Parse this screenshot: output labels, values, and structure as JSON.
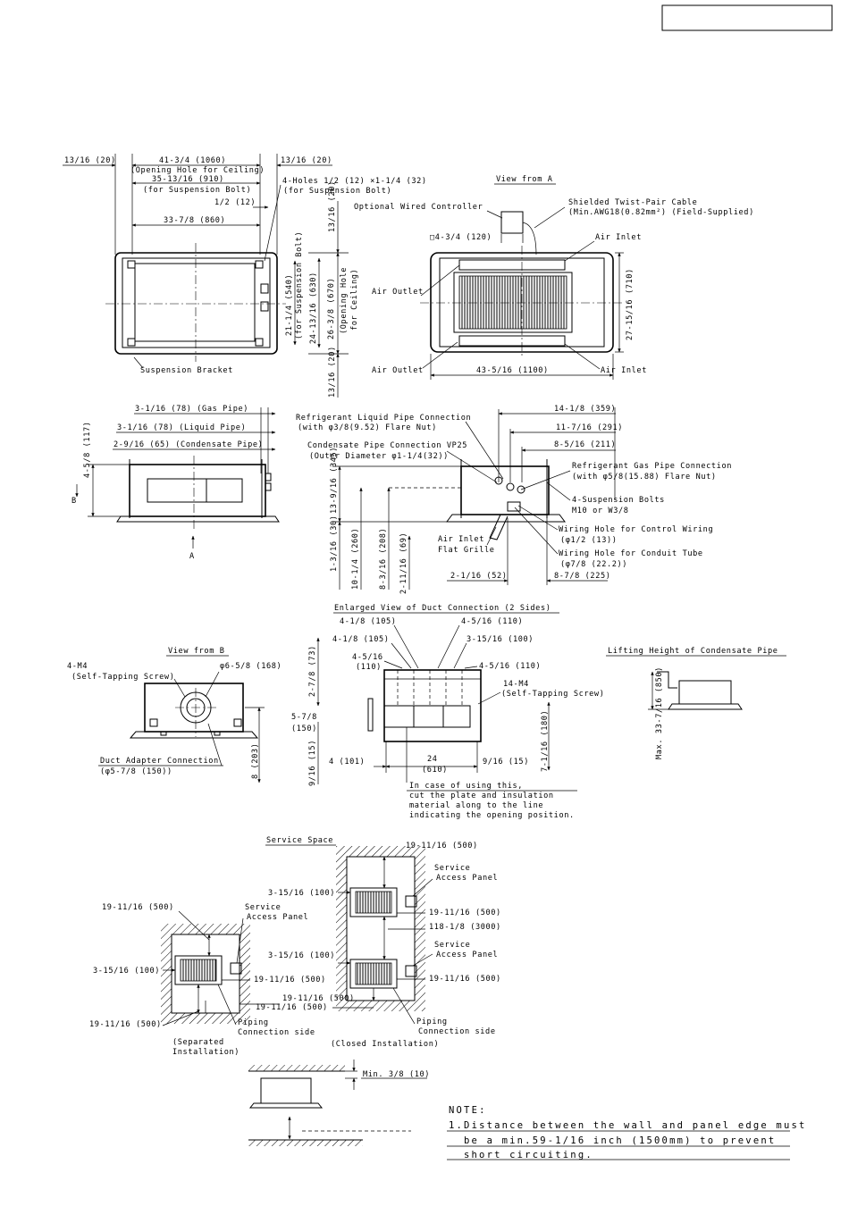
{
  "top_view": {
    "w1": "13/16 (20)",
    "w2": "41-3/4 (1060)",
    "w2_note": "(Opening Hole for Ceiling)",
    "w3": "13/16 (20)",
    "w4": "35-13/16 (910)",
    "w4_note": "(for Suspension Bolt)",
    "holes": "4-Holes 1/2 (12) ×1-1/4 (32)",
    "holes_note": "(for Suspension Bolt)",
    "half": "1/2 (12)",
    "w5": "33-7/8 (860)",
    "h_top": "13/16 (20)",
    "h_bolt": "21-1/4 (540)",
    "h_bolt_note": "(for Suspension Bolt)",
    "h_mid": "24-13/16 (630)",
    "h_open": "26-3/8 (670)",
    "h_open_note1": "(Opening Hole",
    "h_open_note2": "for Ceiling)",
    "h_bot": "13/16 (20)",
    "suspension_bracket": "Suspension Bracket"
  },
  "view_a": {
    "title": "View from A",
    "controller": "Optional Wired Controller",
    "cable1": "Shielded Twist-Pair Cable",
    "cable2": "(Min.AWG18(0.82mm²) (Field-Supplied)",
    "square": "□4-3/4 (120)",
    "air_inlet_top": "Air Inlet",
    "air_outlet_mid": "Air Outlet",
    "air_outlet_bot": "Air Outlet",
    "width": "43-5/16 (1100)",
    "air_inlet_bot": "Air Inlet",
    "height": "27-15/16 (710)"
  },
  "front_view": {
    "gas": "3-1/16 (78) (Gas Pipe)",
    "liquid": "3-1/16 (78) (Liquid Pipe)",
    "condensate": "2-9/16 (65) (Condensate Pipe)",
    "h117": "4-5/8 (117)",
    "label_b": "B",
    "label_a": "A"
  },
  "side_view": {
    "liq_conn1": "Refrigerant Liquid Pipe Connection",
    "liq_conn2": "(with φ3/8(9.52) Flare Nut)",
    "cond_conn1": "Condensate Pipe Connection VP25",
    "cond_conn2": "(Outer Diameter φ1-1/4(32))",
    "d359": "14-1/8 (359)",
    "d291": "11-7/16 (291)",
    "d211": "8-5/16 (211)",
    "gas_conn1": "Refrigerant Gas Pipe Connection",
    "gas_conn2": "(with φ5/8(15.88) Flare Nut)",
    "bolts1": "4-Suspension Bolts",
    "bolts2": "M10 or W3/8",
    "ctrl1": "Wiring Hole for Control Wiring",
    "ctrl2": "(φ1/2 (13))",
    "air_inlet": "Air Inlet",
    "flat_grille": "Flat Grille",
    "conduit1": "Wiring Hole for Conduit Tube",
    "conduit2": "(φ7/8 (22.2))",
    "h345": "13-9/16 (345)",
    "h30": "1-3/16 (30)",
    "h260": "10-1/4 (260)",
    "h208": "8-3/16 (208)",
    "h69": "2-11/16 (69)",
    "d52": "2-1/16 (52)",
    "d225": "8-7/8 (225)"
  },
  "view_b": {
    "title": "View from B",
    "m4": "4-M4",
    "m4_note": "(Self-Tapping Screw)",
    "dia168": "φ6-5/8 (168)",
    "adapter1": "Duct Adapter Connection",
    "adapter2": "(φ5-7/8 (150))",
    "h203": "8 (203)"
  },
  "duct": {
    "title": "Enlarged View of Duct Connection (2 Sides)",
    "a1": "4-1/8 (105)",
    "a2": "4-5/16 (110)",
    "a3": "4-1/8 (105)",
    "a4": "3-15/16 (100)",
    "a5": "4-5/16",
    "a5b": "(110)",
    "a6": "4-5/16 (110)",
    "screw": "14-M4",
    "screw_note": "(Self-Tapping Screw)",
    "h73": "2-7/8 (73)",
    "h150a": "5-7/8",
    "h150b": "(150)",
    "h15": "9/16 (15)",
    "w101": "4 (101)",
    "w610a": "24",
    "w610b": "(610)",
    "w15": "9/16 (15)",
    "h180": "7-1/16 (180)",
    "note1": "In case of using this,",
    "note2": "cut the plate and insulation",
    "note3": "material along to the line",
    "note4": "indicating the opening position."
  },
  "lifting": {
    "title": "Lifting Height of Condensate Pipe",
    "max": "Max. 33-7/16 (850)"
  },
  "service": {
    "title": "Service Space",
    "s_top": "19-11/16 (500)",
    "s_panel1a": "Service",
    "s_panel1b": "Access Panel",
    "s_l100": "3-15/16 (100)",
    "s_r500": "19-11/16 (500)",
    "s_3000": "118-1/8 (3000)",
    "s_l100b": "3-15/16 (100)",
    "s_panel2a": "Service",
    "s_panel2b": "Access Panel",
    "s_r500b": "19-11/16 (500)",
    "s_bot500": "19-11/16 (500)",
    "s_pipe_a": "Piping",
    "s_pipe_b": "Connection side",
    "closed": "(Closed Installation)",
    "l_top": "19-11/16 (500)",
    "l_panel_a": "Service",
    "l_panel_b": "Access Panel",
    "l_left": "3-15/16 (100)",
    "l_right": "19-11/16 (500)",
    "l_bot": "19-11/16 (500)",
    "l_pipe_a": "Piping",
    "l_pipe_b": "Connection side",
    "sep1": "(Separated",
    "sep2": "Installation)"
  },
  "min_clear": "Min. 3/8 (10)",
  "note": {
    "title": "NOTE:",
    "line1": "1.Distance between the wall and panel edge must",
    "line2": "be a min.59-1/16 inch (1500mm) to prevent",
    "line3": "short circuiting."
  }
}
